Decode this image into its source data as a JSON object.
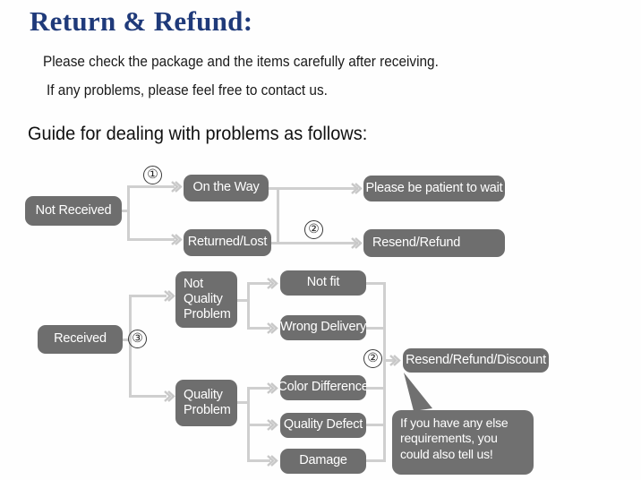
{
  "header": {
    "title": "Return & Refund:",
    "title_color": "#1f3a7a",
    "intro_line_1": "Please check the package and the items carefully after receiving.",
    "intro_line_2": "If any problems, please feel free to contact us.",
    "guide_heading": "Guide for dealing with problems as follows:"
  },
  "theme": {
    "node_fill": "#6e6e6e",
    "node_text": "#ffffff",
    "connector": "#cfcfcf",
    "arrow": "#c8c8c8",
    "background": "#ffffff"
  },
  "flowchart": {
    "type": "flow-diagram",
    "branches": [
      {
        "id": "not-received",
        "root": "Not Received",
        "marker": "①",
        "children": [
          {
            "label": "On the Way",
            "outcome": "Please be patient to wait"
          },
          {
            "label": "Returned/Lost",
            "outcome": "Resend/Refund"
          }
        ],
        "outcome_marker": "②"
      },
      {
        "id": "received",
        "root": "Received",
        "marker": "③",
        "children": [
          {
            "label": "Not Quality Problem",
            "reasons": [
              "Not fit",
              "Wrong Delivery"
            ]
          },
          {
            "label": "Quality Problem",
            "reasons": [
              "Color Difference",
              "Quality Defect",
              "Damage"
            ]
          }
        ],
        "outcome": "Resend/Refund/Discount",
        "outcome_marker": "②"
      }
    ],
    "nodes": {
      "not_received": "Not Received",
      "on_the_way": "On the Way",
      "returned_lost": "Returned/Lost",
      "please_be_patient": "Please be patient to wait",
      "resend_refund": "Resend/Refund",
      "received": "Received",
      "not_quality_problem": "Not\nQuality\nProblem",
      "quality_problem": "Quality\nProblem",
      "not_fit": "Not fit",
      "wrong_delivery": "Wrong Delivery",
      "color_difference": "Color Difference",
      "quality_defect": "Quality Defect",
      "damage": "Damage",
      "resend_refund_discount": "Resend/Refund/Discount"
    },
    "markers": {
      "one": "①",
      "two_top": "②",
      "three": "③",
      "two_bottom": "②"
    }
  },
  "callout": {
    "text": "If you have any else requirements, you could also tell us!"
  }
}
